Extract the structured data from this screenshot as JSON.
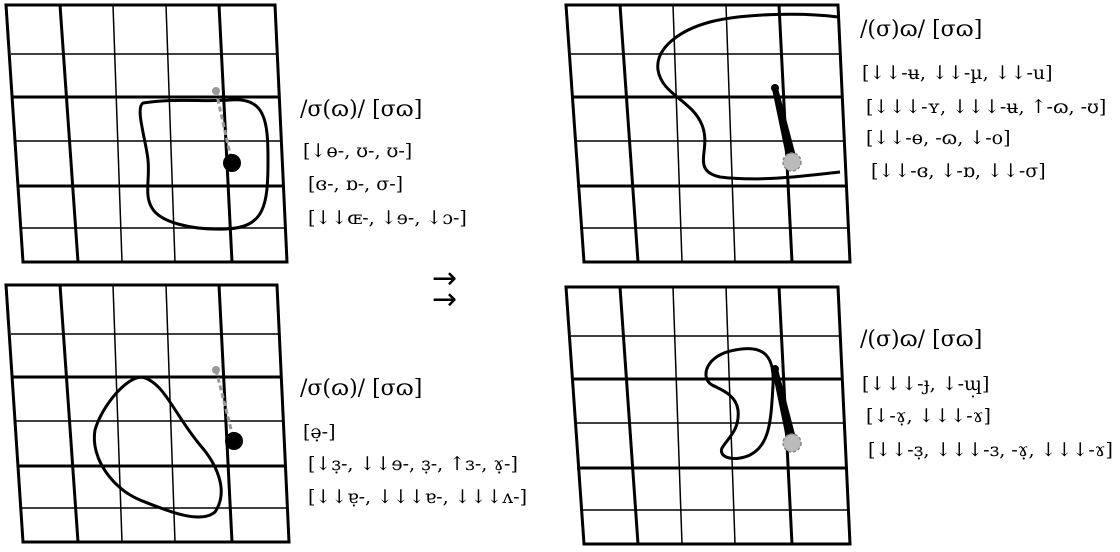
{
  "panels": [
    {
      "id": "top-left",
      "title": "/σ(ɷ)/ [σɷ]",
      "lines": [
        "[↓ɵ-, ʊ-, ʊ-]",
        "[ɞ-, ɒ-, σ-]",
        "[↓↓ɶ-, ↓ɘ-, ↓ɔ-]"
      ]
    },
    {
      "id": "bottom-left",
      "title": "/σ(ɷ)/ [σɷ]",
      "lines": [
        "[ə̣-]",
        "[↓ɜ̣-, ↓↓ɘ-, ɜ̣-, ↑ɜ-, ɤ̣-]",
        "[↓↓ɐ̣-, ↓↓↓ɐ-, ↓↓↓ʌ-]"
      ]
    },
    {
      "id": "top-right",
      "title": "/(σ)ɷ/ [σɷ]",
      "lines": [
        "[↓↓-ʉ, ↓↓-µ, ↓↓-u]",
        "[↓↓↓-ʏ, ↓↓↓-ʉ, ↑-ɷ, -ʊ]",
        "[↓↓-ɵ, -ɷ, ↓-o]",
        "[↓↓-ɞ, ↓-ɒ, ↓↓-σ]"
      ]
    },
    {
      "id": "bottom-right",
      "title": "/(σ)ɷ/ [σɷ]",
      "lines": [
        "[↓↓↓-ɟ, ↓-ɰ̣]",
        "[↓-ɤ̣, ↓↓↓-ɤ]",
        "[↓↓-ɜ̣, ↓↓↓-ɜ, -ɤ̣, ↓↓↓-ɤ]"
      ]
    }
  ],
  "arrow": {
    "glyphs": [
      "→",
      "→"
    ]
  }
}
